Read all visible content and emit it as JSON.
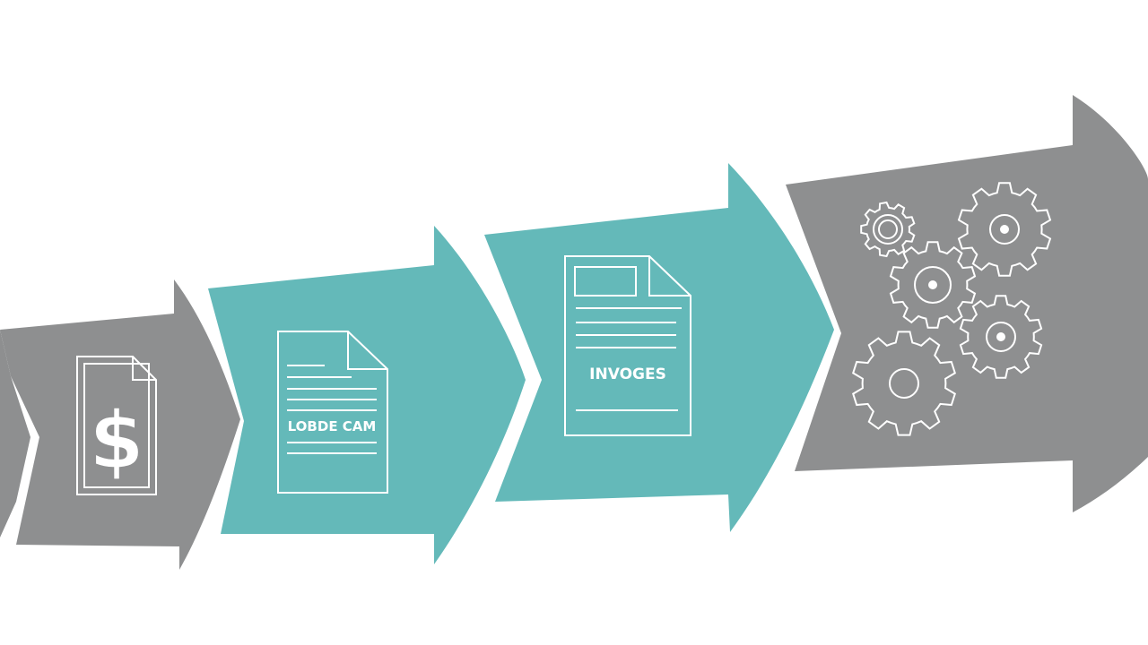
{
  "colors": {
    "background": "#ffffff",
    "grey_arrow": "#8e8f90",
    "teal_arrow": "#64b9b9",
    "icon_stroke": "#ffffff"
  },
  "steps": [
    {
      "id": "payment",
      "color": "grey",
      "icon": "dollar-document-icon",
      "label": ""
    },
    {
      "id": "loan",
      "color": "teal",
      "icon": "document-icon",
      "label": "LOBDE CAM"
    },
    {
      "id": "invoices",
      "color": "teal",
      "icon": "invoice-document-icon",
      "label": "INVOGES"
    },
    {
      "id": "processing",
      "color": "grey",
      "icon": "gears-icon",
      "label": ""
    }
  ],
  "dollar_sign": "$"
}
